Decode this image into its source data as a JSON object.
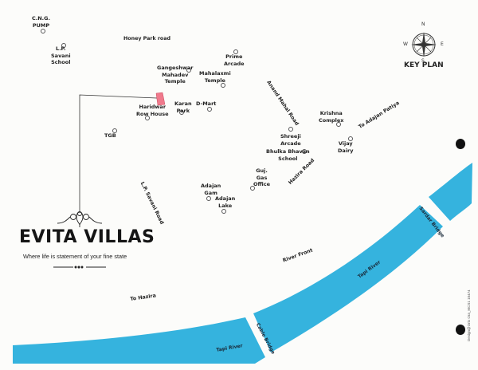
{
  "project": {
    "name": "EVITA VILLAS",
    "tagline": "Where life is statement of your fine state"
  },
  "key_plan": {
    "title": "KEY PLAN",
    "compass": {
      "north": "N",
      "south": "S",
      "east": "E",
      "west": "W"
    }
  },
  "landmarks": [
    {
      "id": "cng-pump",
      "label": "C.N.G.\nPUMP",
      "line1": "C.N.G.",
      "line2": "PUMP"
    },
    {
      "id": "lp-savani-school",
      "line1": "L.P.",
      "line2": "Savani",
      "line3": "School"
    },
    {
      "id": "prime-arcade",
      "line1": "Prime",
      "line2": "Arcade"
    },
    {
      "id": "gangeshwar-mahadev-temple",
      "line1": "Gangeshwar",
      "line2": "Mahadev",
      "line3": "Temple"
    },
    {
      "id": "mahalaxmi-temple",
      "line1": "Mahalaxmi",
      "line2": "Temple"
    },
    {
      "id": "haridwar-row-house",
      "line1": "Haridwar",
      "line2": "Row House"
    },
    {
      "id": "karan-park",
      "line1": "Karan",
      "line2": "Park"
    },
    {
      "id": "d-mart",
      "line1": "D-Mart"
    },
    {
      "id": "tgb",
      "line1": "TGB"
    },
    {
      "id": "krishna-complex",
      "line1": "Krishna",
      "line2": "Complex"
    },
    {
      "id": "shreeji-arcade",
      "line1": "Shreeji",
      "line2": "Arcade"
    },
    {
      "id": "bhulka-bhavan-school",
      "line1": "Bhulka Bhavan",
      "line2": "School"
    },
    {
      "id": "vijay-dairy",
      "line1": "Vijay",
      "line2": "Dairy"
    },
    {
      "id": "guj-gas-office",
      "line1": "Guj.",
      "line2": "Gas",
      "line3": "Office"
    },
    {
      "id": "adajan-gam",
      "line1": "Adajan",
      "line2": "Gam"
    },
    {
      "id": "adajan-lake",
      "line1": "Adajan",
      "line2": "Lake"
    }
  ],
  "roads": {
    "honey_park": "Honey Park road",
    "anand_mahal": "Anand Mahal Road",
    "to_adajan_patiya": "To Adajan Patiya",
    "hazira_road": "Hazira Road",
    "lp_savani_road": "L.P. Savani Road",
    "river_front": "River Front",
    "to_hazira": "To Hazira"
  },
  "water": {
    "river_name": "Tapi River",
    "color": "#35b3de",
    "bridges": [
      "Cable Bridge",
      "Sardar Bridge"
    ]
  },
  "site_marker_color": "#f07a8c",
  "credit": "Design@Orio Ora_MCS1 10474"
}
